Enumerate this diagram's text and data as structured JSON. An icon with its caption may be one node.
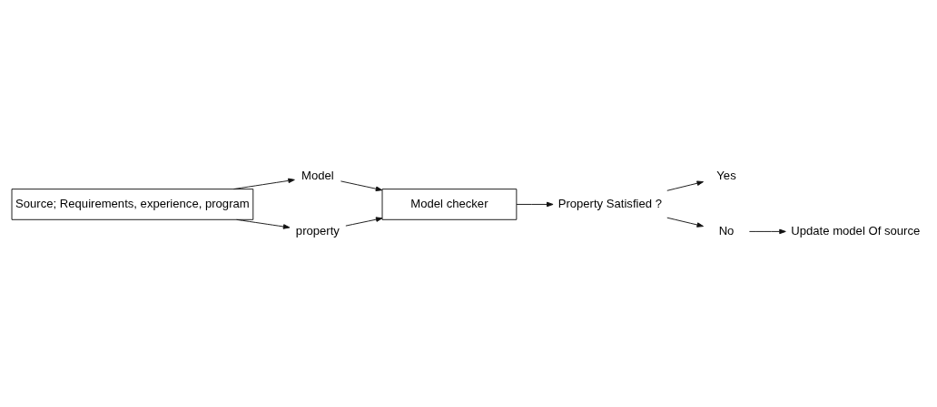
{
  "diagram": {
    "nodes": [
      {
        "text": [
          "Source; Requirements, experience, program"
        ]
      },
      {
        "text": [
          "Model"
        ]
      },
      {
        "text": [
          "property"
        ]
      },
      {
        "text": [
          "Model checker"
        ]
      },
      {
        "text": [
          "Property Satisfied ?"
        ]
      },
      {
        "text": [
          "Yes"
        ]
      },
      {
        "text": [
          "No"
        ]
      },
      {
        "text": [
          "Update model Of source"
        ]
      }
    ],
    "edges": [
      {
        "from": 0,
        "to": 1,
        "arrow": "to"
      },
      {
        "from": 0,
        "to": 2,
        "arrow": "to"
      },
      {
        "from": 1,
        "to": 3,
        "arrow": "to"
      },
      {
        "from": 2,
        "to": 3,
        "arrow": "to"
      },
      {
        "from": 3,
        "to": 4,
        "arrow": "to"
      },
      {
        "from": 4,
        "to": 5,
        "arrow": "to"
      },
      {
        "from": 4,
        "to": 6,
        "arrow": "to"
      },
      {
        "from": 6,
        "to": 7,
        "arrow": "to"
      }
    ]
  }
}
